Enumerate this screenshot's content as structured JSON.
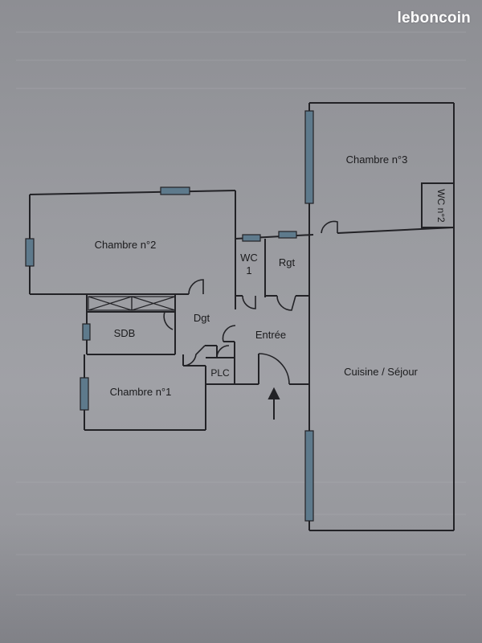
{
  "watermark": "leboncoin",
  "rooms": {
    "chambre3": "Chambre n°3",
    "chambre2": "Chambre n°2",
    "chambre1": "Chambre n°1",
    "wc1_line1": "WC",
    "wc1_line2": "1",
    "wc2": "WC n°2",
    "rgt": "Rgt",
    "dgt": "Dgt",
    "sdb": "SDB",
    "entree": "Entrée",
    "plc": "PLC",
    "cuisine": "Cuisine / Séjour"
  },
  "colors": {
    "wall": "#222226",
    "window": "#5e7a8c",
    "paper": "#9a9ba0"
  }
}
